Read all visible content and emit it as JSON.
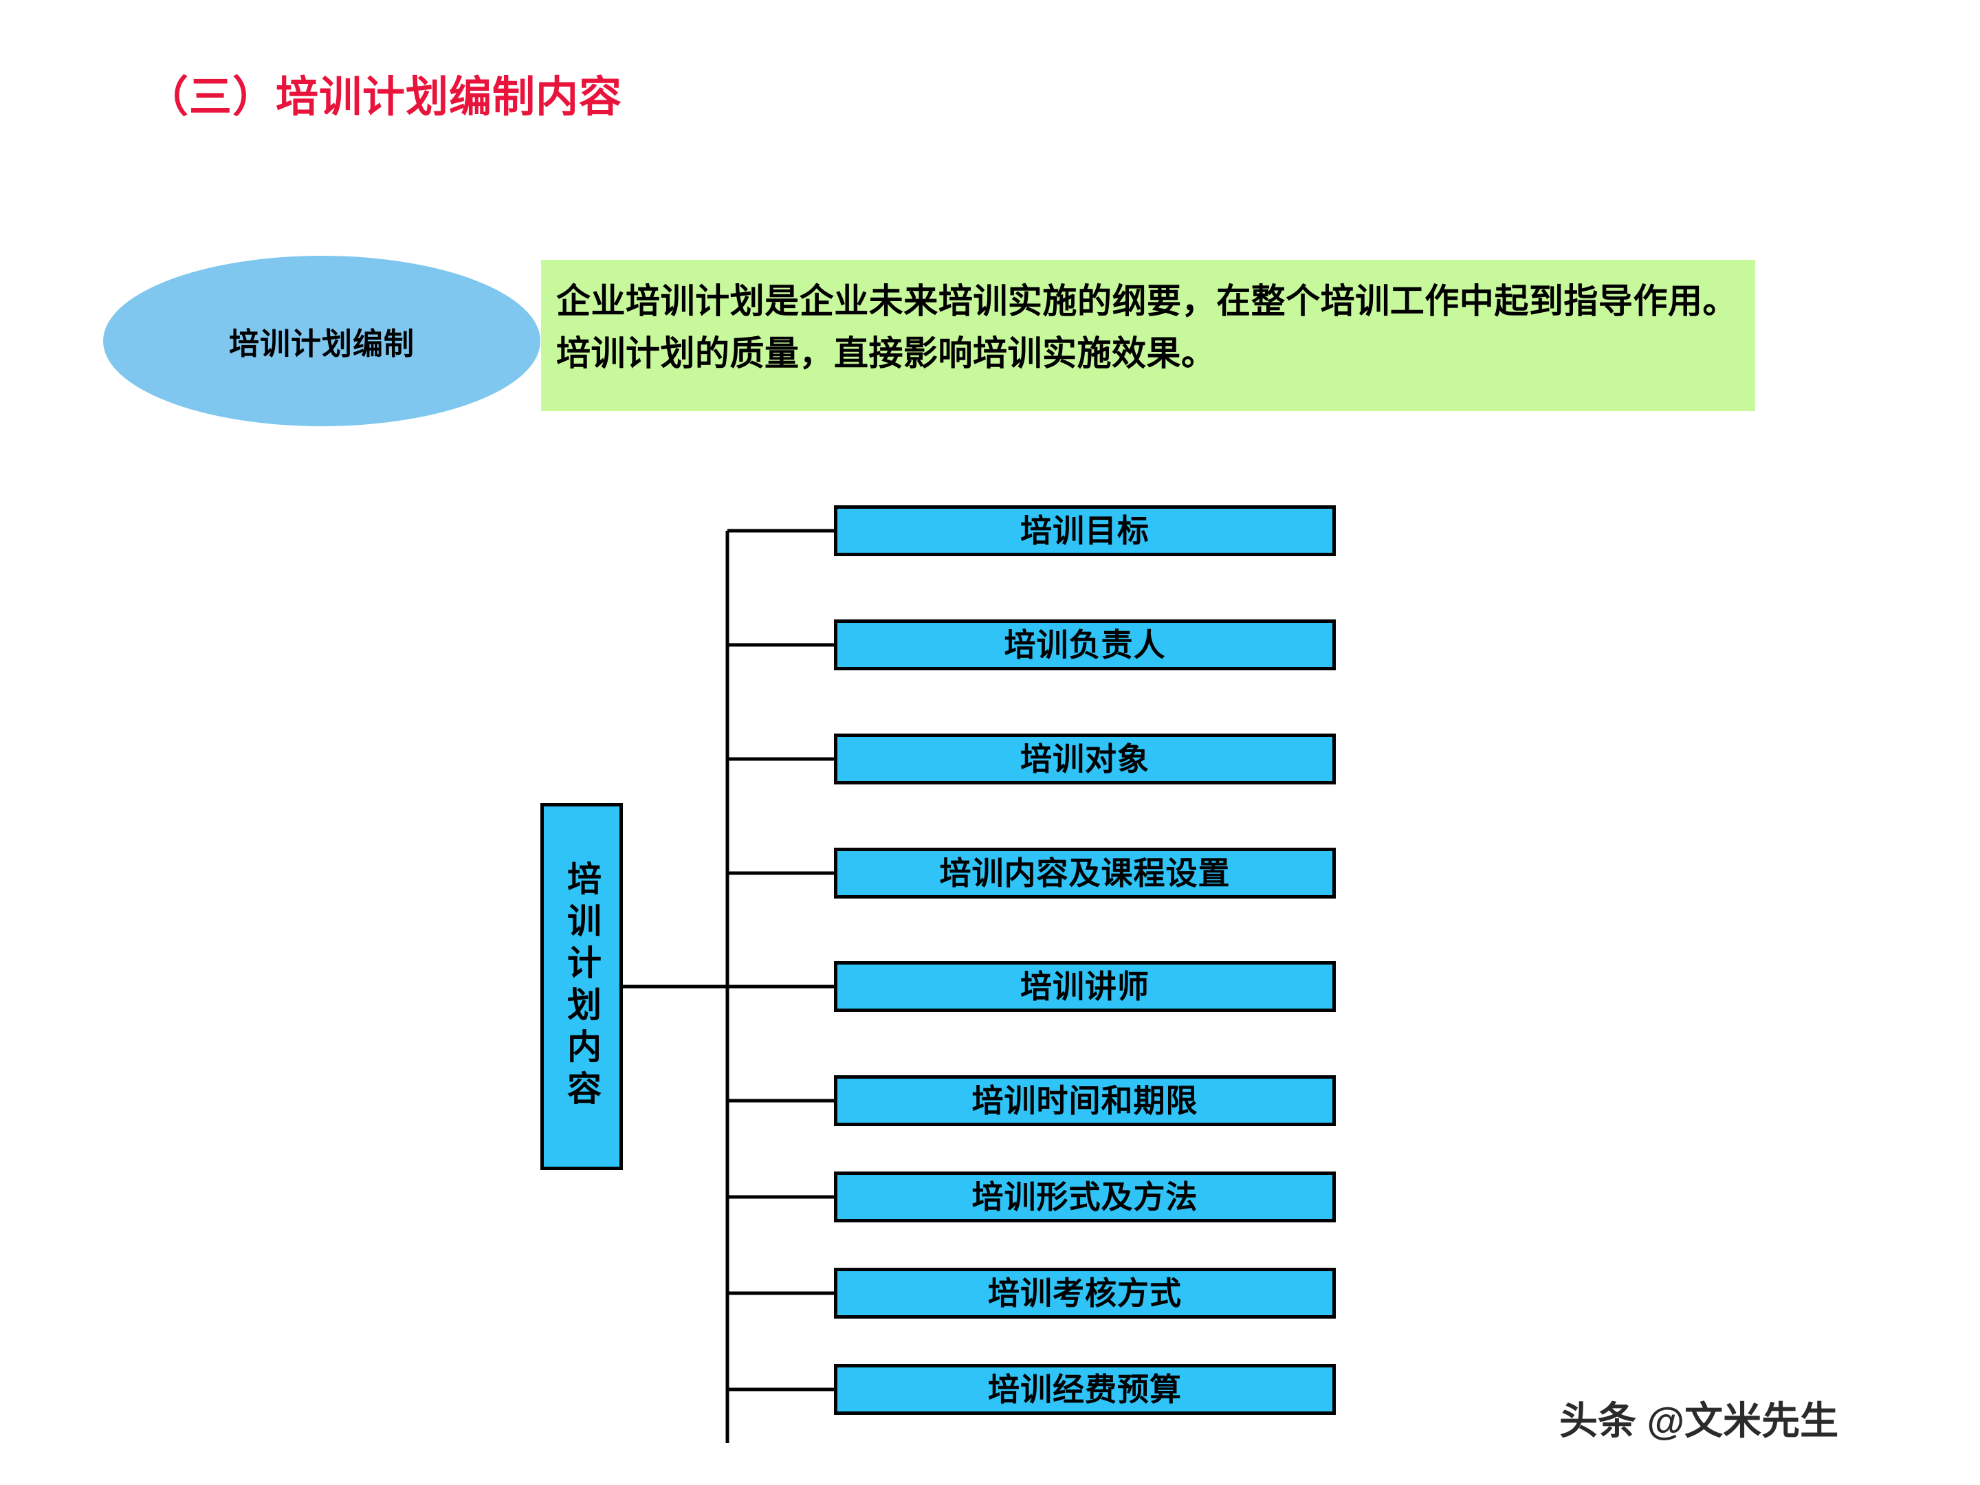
{
  "slide": {
    "title": "（三）培训计划编制内容",
    "title_color": "#E8143C",
    "background_color": "#FFFFFF"
  },
  "ellipse": {
    "label": "培训计划编制",
    "fill_color": "#7FC7EF"
  },
  "description": {
    "text": "企业培训计划是企业未来培训实施的纲要，在整个培训工作中起到指导作用。培训计划的质量，直接影响培训实施效果。",
    "fill_color": "#C8F89C"
  },
  "diagram": {
    "root": {
      "label": "培训计划内容",
      "fill_color": "#2FC3F7",
      "border_color": "#000000",
      "orientation": "vertical"
    },
    "items": [
      {
        "label": "培训目标"
      },
      {
        "label": "培训负责人"
      },
      {
        "label": "培训对象"
      },
      {
        "label": "培训内容及课程设置"
      },
      {
        "label": "培训讲师"
      },
      {
        "label": "培训时间和期限"
      },
      {
        "label": "培训形式及方法"
      },
      {
        "label": "培训考核方式"
      },
      {
        "label": "培训经费预算"
      }
    ],
    "item_fill_color": "#2FC3F7",
    "item_border_color": "#000000",
    "connector_color": "#000000"
  },
  "watermark": {
    "text": "头条 @文米先生"
  }
}
